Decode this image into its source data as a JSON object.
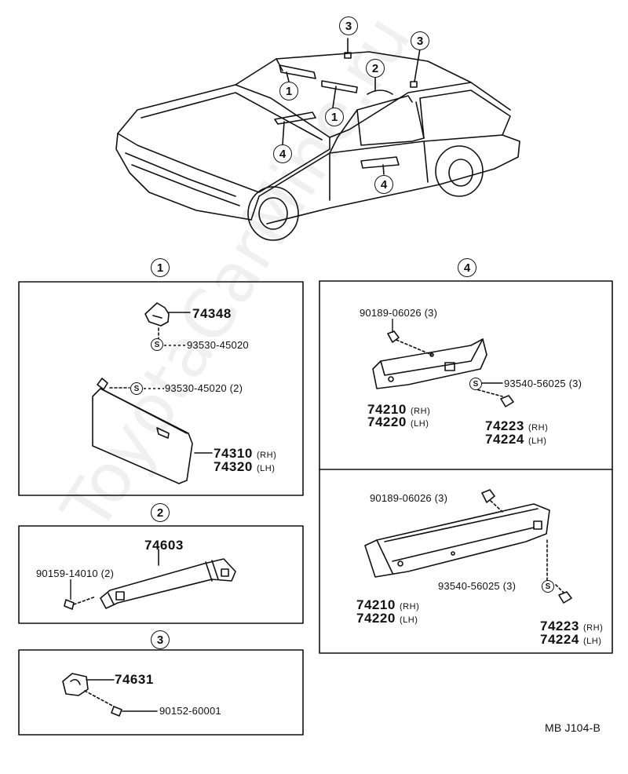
{
  "callouts": {
    "car": [
      "3",
      "3",
      "2",
      "1",
      "1",
      "4",
      "4"
    ],
    "sec1": "1",
    "sec2": "2",
    "sec3": "3",
    "sec4": "4"
  },
  "section1": {
    "bracket": "74348",
    "screw_top": "93530-45020",
    "screw_visor": "93530-45020 (2)",
    "visor_rh": "74310",
    "visor_lh": "74320",
    "rh": "(RH)",
    "lh": "(LH)",
    "s_mark": "S"
  },
  "section2": {
    "grip": "74603",
    "screw": "90159-14010 (2)"
  },
  "section3": {
    "holder": "74631",
    "screw": "90152-60001"
  },
  "section4_upper": {
    "clip": "90189-06026 (3)",
    "screw": "93540-56025 (3)",
    "armrest_rh": "74210",
    "armrest_lh": "74220",
    "cap_rh": "74223",
    "cap_lh": "74224",
    "rh": "(RH)",
    "lh": "(LH)",
    "s_mark": "S"
  },
  "section4_lower": {
    "clip": "90189-06026 (3)",
    "screw": "93540-56025 (3)",
    "armrest_rh": "74210",
    "armrest_lh": "74220",
    "cap_rh": "74223",
    "cap_lh": "74224",
    "rh": "(RH)",
    "lh": "(LH)",
    "s_mark": "S"
  },
  "reference_code": "MB J104-B",
  "watermark": "ToyotaCarMine.ru"
}
